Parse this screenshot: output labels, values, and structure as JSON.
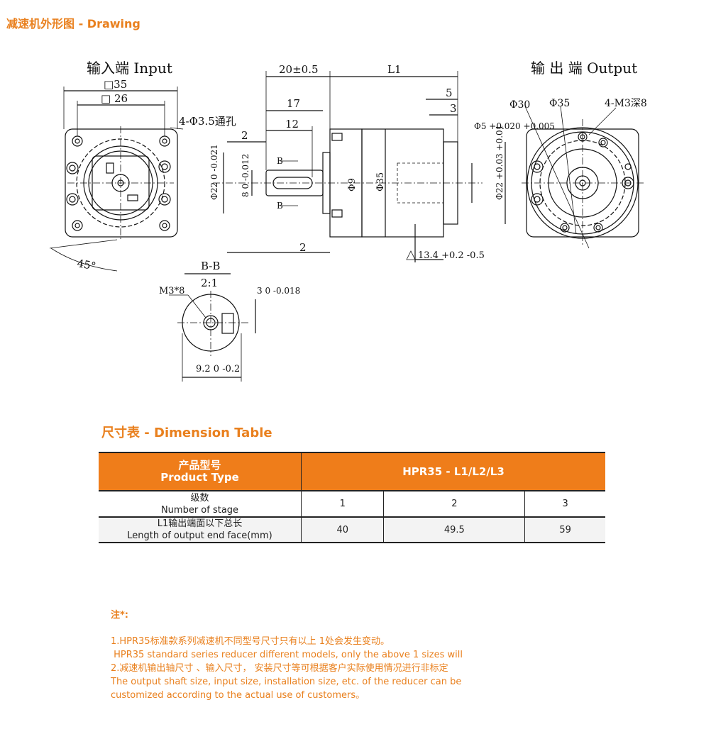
{
  "header": {
    "title": "减速机外形图 - Drawing"
  },
  "drawing": {
    "input_view": {
      "title": "输入端 Input",
      "square_outer": "□35",
      "square_inner": "□ 26",
      "holes": "4-Φ3.5通孔",
      "angle": "45°"
    },
    "side_view": {
      "dim_top_left": "20±0.5",
      "dim_l1": "L1",
      "dim_17": "17",
      "dim_12": "12",
      "dim_2_top": "2",
      "dim_2_bottom": "2",
      "dim_5": "5",
      "dim_3": "3",
      "shaft_dia": "Φ22 0 -0.021",
      "key_dim": "8 0 -0.012",
      "dia_9": "Φ9",
      "dia_35": "Φ35",
      "dia_5": "Φ5 +0.020 +0.005",
      "dia_22": "Φ22 +0.03 +0.01",
      "section_mark": "B",
      "dim_13": "13.4 +0.2 -0.5"
    },
    "output_view": {
      "title": "输 出 端 Output",
      "dia_30": "Φ30",
      "dia_35": "Φ35",
      "tapped": "4-M3深8"
    },
    "section_view": {
      "title": "B-B",
      "scale": "2:1",
      "thread": "M3*8",
      "dim_3": "3 0 -0.018",
      "dim_9": "9.2 0 -0.2"
    }
  },
  "table": {
    "title": "尺寸表 - Dimension Table",
    "header_cn": "产品型号",
    "header_en": "Product Type",
    "model": "HPR35 - L1/L2/L3",
    "row1_cn": "级数",
    "row1_en": "Number of stage",
    "row1_values": [
      "1",
      "2",
      "3"
    ],
    "row2_cn": "L1输出端面以下总长",
    "row2_en": "Length of output end face(mm)",
    "row2_values": [
      "40",
      "49.5",
      "59"
    ]
  },
  "notes": {
    "heading": "注*:",
    "lines": [
      "1.HPR35标准款系列减速机不同型号尺寸只有以上 1处会发生变动。",
      " HPR35 standard series reducer different models, only the above 1 sizes will",
      "2.减速机输出轴尺寸 、输入尺寸， 安装尺寸等可根据客户实际使用情况进行非标定",
      "The output shaft size, input size, installation size, etc. of the reducer can be",
      "customized according to the actual use of customers。"
    ]
  },
  "colors": {
    "accent": "#ef7d1a",
    "text": "#222222"
  }
}
